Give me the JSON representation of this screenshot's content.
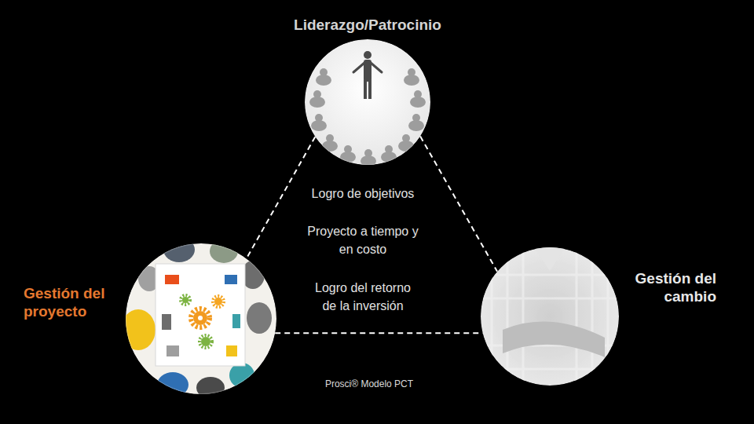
{
  "diagram": {
    "nodes": [
      {
        "text": [
          "Liderazgo/Patrocinio"
        ]
      },
      {
        "text": [
          "Gestión del proyecto"
        ]
      },
      {
        "text": [
          "Gestión del cambio"
        ]
      }
    ],
    "edges": [
      {
        "from": 0,
        "to": 1,
        "arrow": "none"
      },
      {
        "from": 0,
        "to": 2,
        "arrow": "none"
      },
      {
        "from": 1,
        "to": 2,
        "arrow": "none"
      }
    ],
    "labels": [
      "Logro de objetivos",
      "Proyecto a tiempo y en costo",
      "Logro del retorno de la inversión",
      "Prosci® Modelo PCT"
    ]
  }
}
